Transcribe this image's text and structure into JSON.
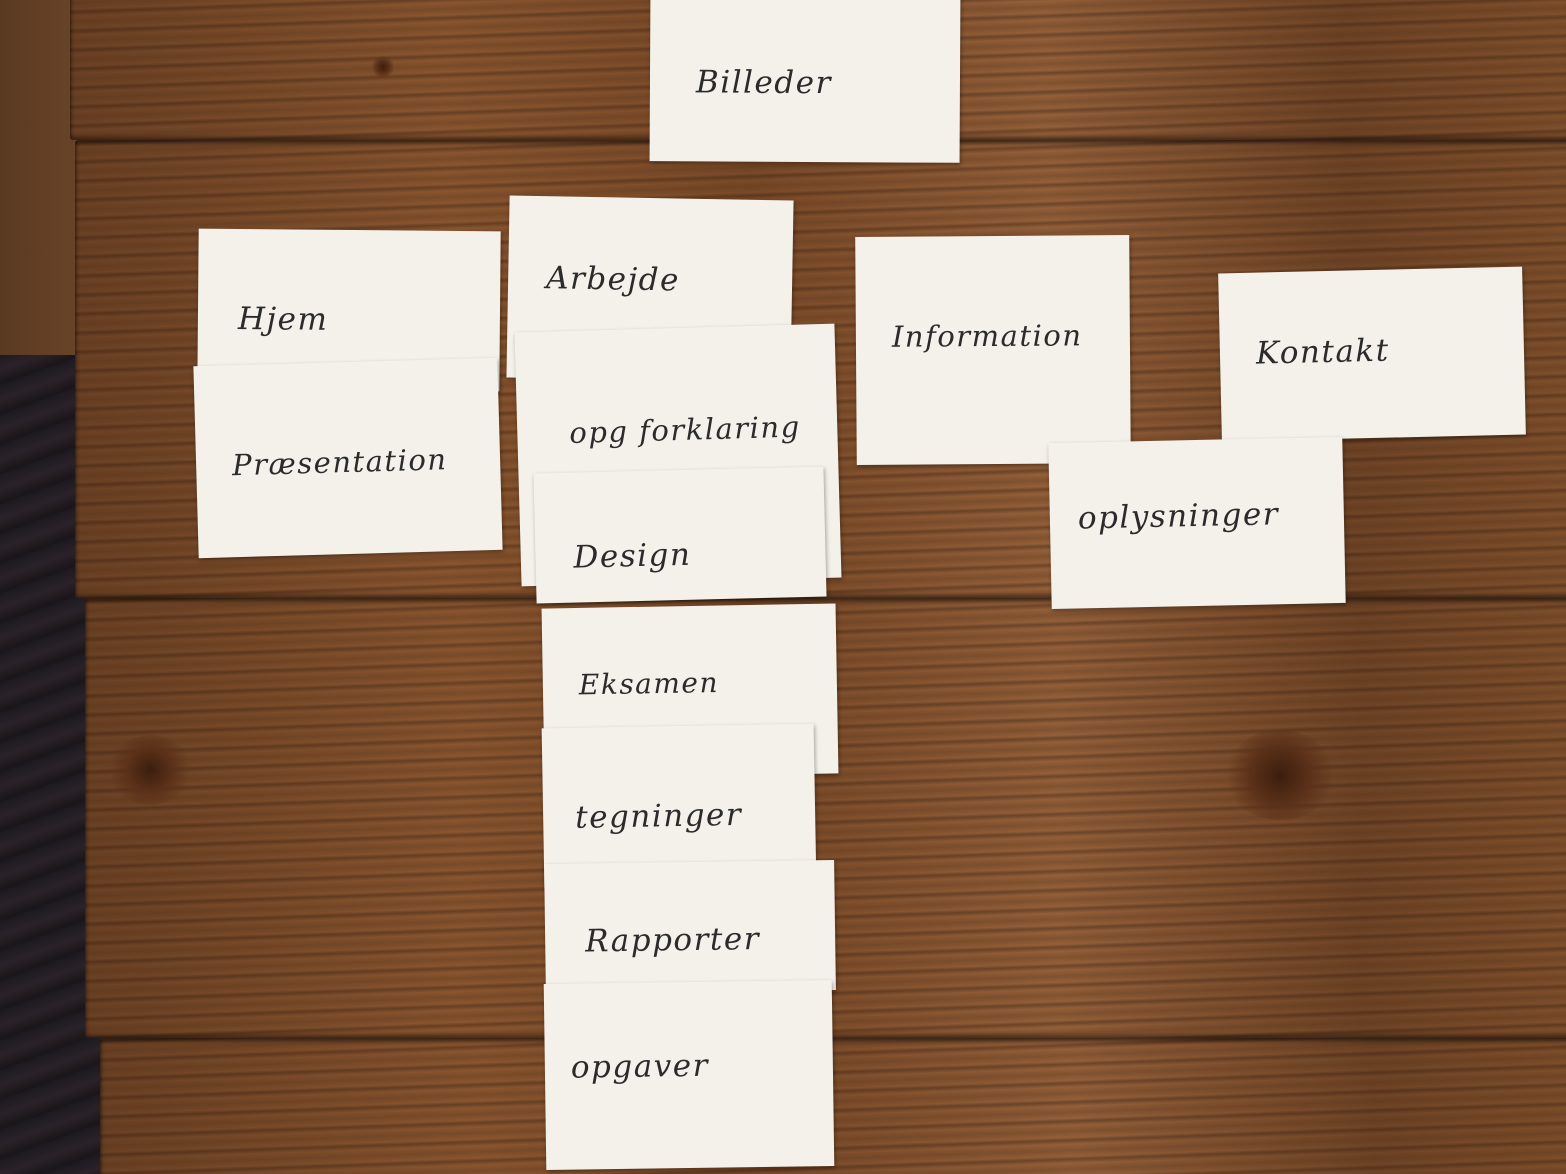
{
  "cards": [
    {
      "id": "billeder",
      "text": "Billeder"
    },
    {
      "id": "hjem",
      "text": "Hjem"
    },
    {
      "id": "praesentation",
      "text": "Præsentation"
    },
    {
      "id": "arbejde",
      "text": "Arbejde"
    },
    {
      "id": "opg-forklaring",
      "text": "opg forklaring"
    },
    {
      "id": "design",
      "text": "Design"
    },
    {
      "id": "eksamen",
      "text": "Eksamen"
    },
    {
      "id": "tegninger",
      "text": "tegninger"
    },
    {
      "id": "rapporter",
      "text": "Rapporter"
    },
    {
      "id": "opgaver",
      "text": "opgaver"
    },
    {
      "id": "information",
      "text": "Information"
    },
    {
      "id": "kontakt",
      "text": "Kontakt"
    },
    {
      "id": "oplysninger",
      "text": "oplysninger"
    }
  ]
}
